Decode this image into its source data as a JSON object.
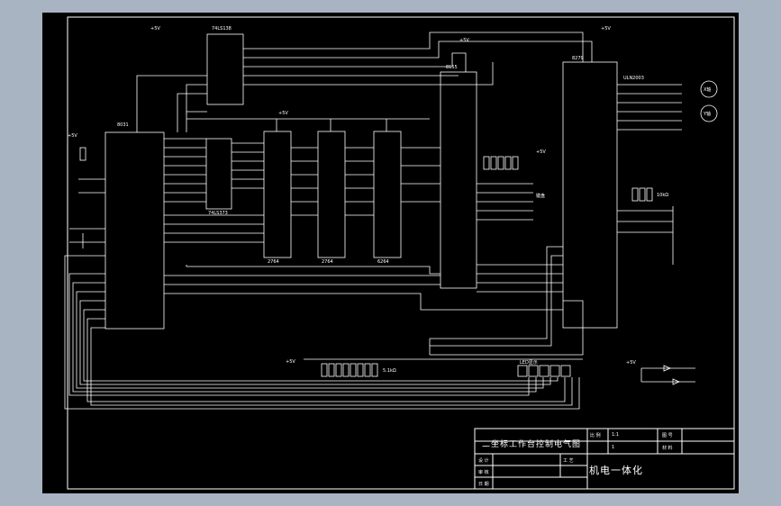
{
  "drawing": {
    "title": "二坐标工作台控制电气图",
    "company": "机电一体化"
  },
  "title_block": {
    "row1_left": "比 例",
    "row1_mid": "1:1",
    "row1_right": "图 号",
    "row2_mid": "1",
    "row2_right": "材 料",
    "row3_a": "设 计",
    "row4_a": "审 核",
    "row5_a": "日 期",
    "row3_b": "工 艺"
  },
  "power_labels": [
    "+5V",
    "+5V",
    "+5V",
    "+5V",
    "+5V",
    "+5V",
    "+5V",
    "+5V"
  ],
  "chips": {
    "cpu": "8031",
    "latch": "74LS373",
    "eprom1": "2764",
    "eprom2": "2764",
    "ram": "6264",
    "decoder": "74LS138",
    "ppi": "8155",
    "ppi2": "8279",
    "driver": "ULN2003"
  },
  "labels": {
    "motor_x": "X轴",
    "motor_y": "Y轴",
    "keyboard": "键盘",
    "display": "LED显示",
    "res_net": "5.1kΩ",
    "res_net2": "10kΩ"
  },
  "icons": {
    "motor": "motor-icon",
    "diode": "diode-icon",
    "led": "led-icon"
  }
}
